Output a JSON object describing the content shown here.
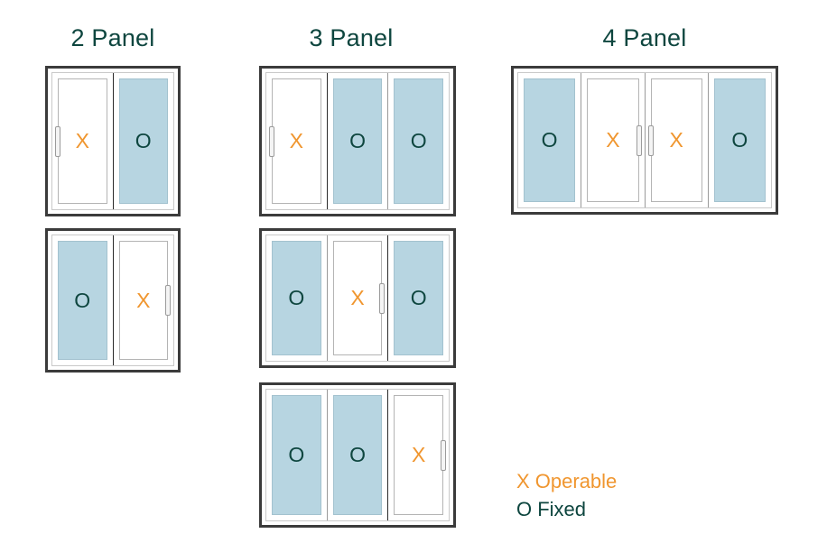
{
  "colors": {
    "operable": "#f0962f",
    "fixed": "#0e463f",
    "glass": "#b7d5e1",
    "frame": "#3b3b3b",
    "background": "#ffffff"
  },
  "groups": [
    {
      "id": "two-panel",
      "title": "2 Panel"
    },
    {
      "id": "three-panel",
      "title": "3 Panel"
    },
    {
      "id": "four-panel",
      "title": "4 Panel"
    }
  ],
  "legend": {
    "operable": "X Operable",
    "fixed": "O Fixed"
  },
  "glyphs": {
    "operable": "X",
    "fixed": "O"
  },
  "configurations": [
    {
      "id": "2-panel-xo",
      "group": "2 Panel",
      "panels": [
        {
          "type": "operable",
          "label": "X",
          "handle": "left"
        },
        {
          "type": "fixed",
          "label": "O",
          "handle": "none"
        }
      ]
    },
    {
      "id": "2-panel-ox",
      "group": "2 Panel",
      "panels": [
        {
          "type": "fixed",
          "label": "O",
          "handle": "none"
        },
        {
          "type": "operable",
          "label": "X",
          "handle": "right"
        }
      ]
    },
    {
      "id": "3-panel-xoo",
      "group": "3 Panel",
      "panels": [
        {
          "type": "operable",
          "label": "X",
          "handle": "left"
        },
        {
          "type": "fixed",
          "label": "O",
          "handle": "none"
        },
        {
          "type": "fixed",
          "label": "O",
          "handle": "none"
        }
      ]
    },
    {
      "id": "3-panel-oxo",
      "group": "3 Panel",
      "panels": [
        {
          "type": "fixed",
          "label": "O",
          "handle": "none"
        },
        {
          "type": "operable",
          "label": "X",
          "handle": "right"
        },
        {
          "type": "fixed",
          "label": "O",
          "handle": "none"
        }
      ]
    },
    {
      "id": "3-panel-oox",
      "group": "3 Panel",
      "panels": [
        {
          "type": "fixed",
          "label": "O",
          "handle": "none"
        },
        {
          "type": "fixed",
          "label": "O",
          "handle": "none"
        },
        {
          "type": "operable",
          "label": "X",
          "handle": "right"
        }
      ]
    },
    {
      "id": "4-panel-oxxo",
      "group": "4 Panel",
      "panels": [
        {
          "type": "fixed",
          "label": "O",
          "handle": "none"
        },
        {
          "type": "operable",
          "label": "X",
          "handle": "right"
        },
        {
          "type": "operable",
          "label": "X",
          "handle": "left"
        },
        {
          "type": "fixed",
          "label": "O",
          "handle": "none"
        }
      ]
    }
  ]
}
